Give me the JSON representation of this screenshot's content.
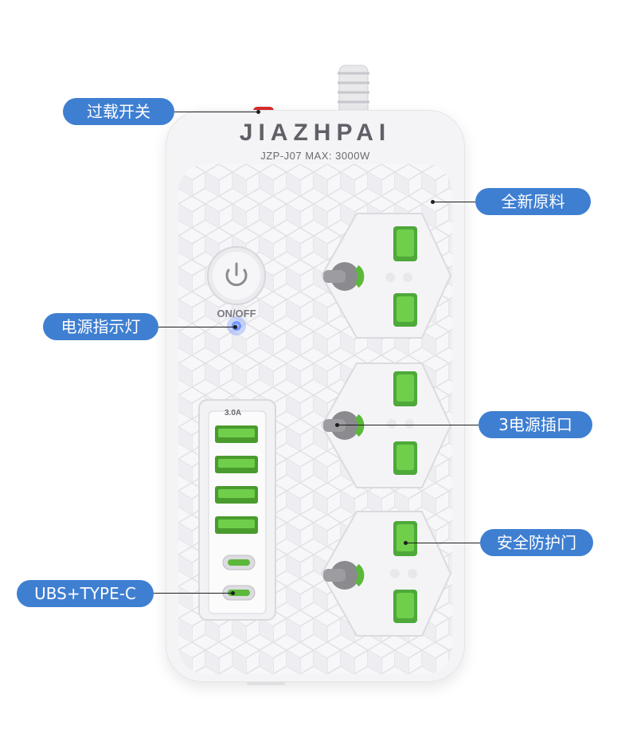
{
  "product": {
    "brand": "JIAZHPAI",
    "model_line": "JZP-J07   MAX: 3000W",
    "power_button_label": "ON/OFF",
    "usb_current": "3.0A"
  },
  "callouts": {
    "overload_switch": "过载开关",
    "new_material": "全新原料",
    "power_indicator": "电源指示灯",
    "three_outlets": "3电源插口",
    "safety_shutter": "安全防护门",
    "usb_typec": "UBS+TYPE-C"
  },
  "counts": {
    "usb_a_ports": 4,
    "usb_c_ports": 2,
    "outlets": 3
  },
  "colors": {
    "callout_bg": "#3f7fd1",
    "accent_green": "#5cb83a",
    "indicator_blue": "#3a6cff",
    "overload_red": "#d92c2c"
  },
  "icons": [
    "power-icon",
    "ground-pin-icon"
  ]
}
